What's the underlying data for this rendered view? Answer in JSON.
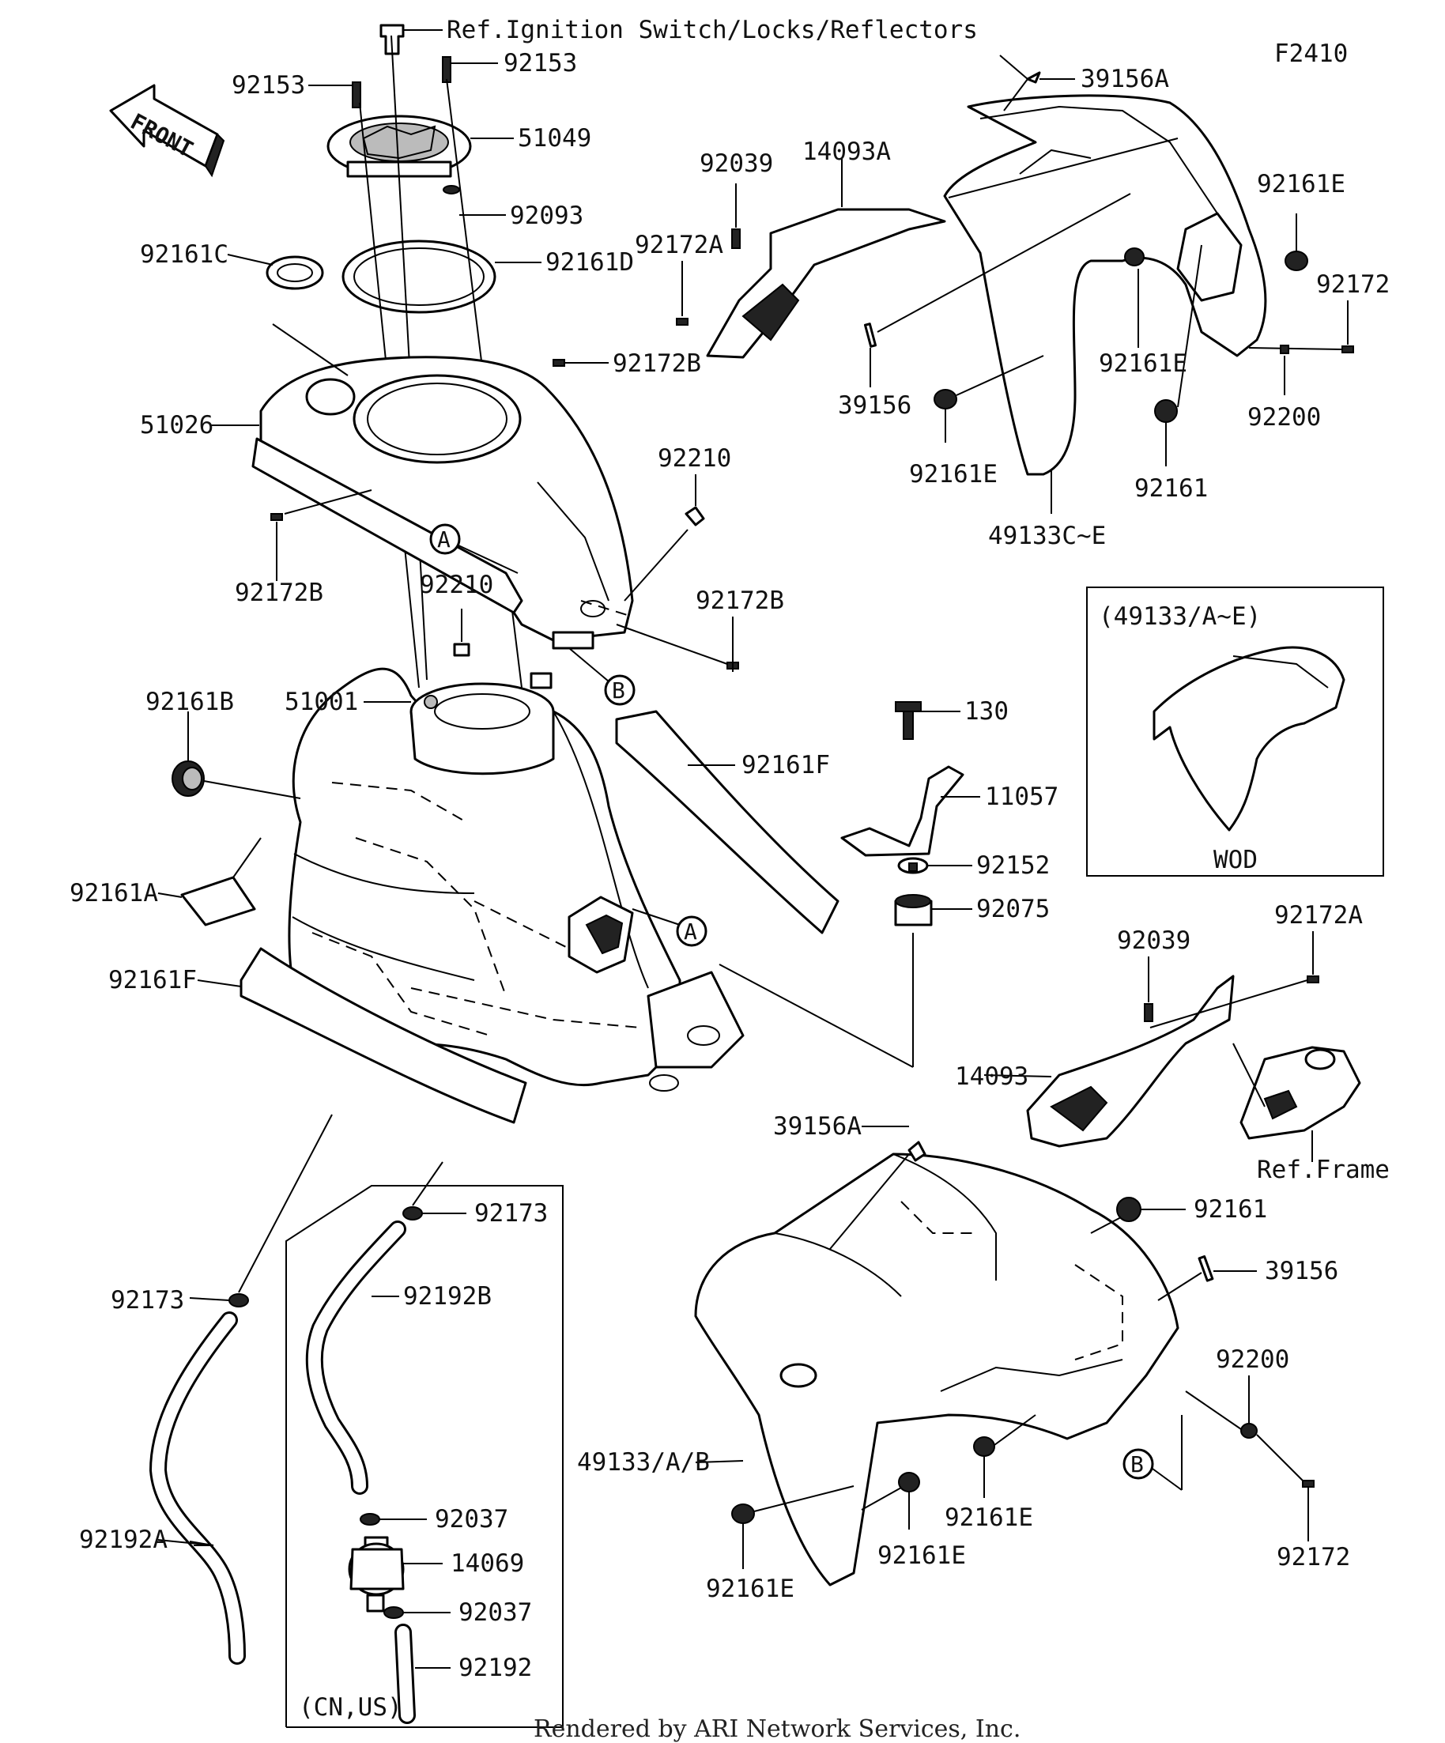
{
  "diagram_code": "F2410",
  "front_arrow_text": "FRONT",
  "footer": "Rendered by ARI Network Services, Inc.",
  "refs": {
    "ignition": "Ref.Ignition Switch/Locks/Reflectors",
    "frame": "Ref.Frame"
  },
  "inset": {
    "title": "(49133/A~E)",
    "caption": "WOD"
  },
  "region_box_label": "(CN,US)",
  "callouts": {
    "a1": "A",
    "a2": "A",
    "b1": "B",
    "b2": "B"
  },
  "parts": [
    {
      "id": "p92153a",
      "number": "92153"
    },
    {
      "id": "p92153b",
      "number": "92153"
    },
    {
      "id": "p51049",
      "number": "51049"
    },
    {
      "id": "p92093",
      "number": "92093"
    },
    {
      "id": "p92161c",
      "number": "92161C"
    },
    {
      "id": "p92161d",
      "number": "92161D"
    },
    {
      "id": "p92172b_1",
      "number": "92172B"
    },
    {
      "id": "p51026",
      "number": "51026"
    },
    {
      "id": "p92210_1",
      "number": "92210"
    },
    {
      "id": "p92172b_2",
      "number": "92172B"
    },
    {
      "id": "p92210_2",
      "number": "92210"
    },
    {
      "id": "p92172b_3",
      "number": "92172B"
    },
    {
      "id": "p92161b",
      "number": "92161B"
    },
    {
      "id": "p51001",
      "number": "51001"
    },
    {
      "id": "p92161f_1",
      "number": "92161F"
    },
    {
      "id": "p92161a",
      "number": "92161A"
    },
    {
      "id": "p92161f_2",
      "number": "92161F"
    },
    {
      "id": "p130",
      "number": "130"
    },
    {
      "id": "p11057",
      "number": "11057"
    },
    {
      "id": "p92152",
      "number": "92152"
    },
    {
      "id": "p92075",
      "number": "92075"
    },
    {
      "id": "p39156a_1",
      "number": "39156A"
    },
    {
      "id": "p92039_1",
      "number": "92039"
    },
    {
      "id": "p14093a",
      "number": "14093A"
    },
    {
      "id": "p92172a_1",
      "number": "92172A"
    },
    {
      "id": "p92161e_1",
      "number": "92161E"
    },
    {
      "id": "p92172_1",
      "number": "92172"
    },
    {
      "id": "p39156_1",
      "number": "39156"
    },
    {
      "id": "p92161e_2",
      "number": "92161E"
    },
    {
      "id": "p92200_1",
      "number": "92200"
    },
    {
      "id": "p92161e_3",
      "number": "92161E"
    },
    {
      "id": "p92161_1",
      "number": "92161"
    },
    {
      "id": "p49133ce",
      "number": "49133C~E"
    },
    {
      "id": "p92039_2",
      "number": "92039"
    },
    {
      "id": "p92172a_2",
      "number": "92172A"
    },
    {
      "id": "p14093",
      "number": "14093"
    },
    {
      "id": "p39156a_2",
      "number": "39156A"
    },
    {
      "id": "p92161_2",
      "number": "92161"
    },
    {
      "id": "p39156_2",
      "number": "39156"
    },
    {
      "id": "p92200_2",
      "number": "92200"
    },
    {
      "id": "p49133ab",
      "number": "49133/A/B"
    },
    {
      "id": "p92161e_4",
      "number": "92161E"
    },
    {
      "id": "p92161e_5",
      "number": "92161E"
    },
    {
      "id": "p92161e_6",
      "number": "92161E"
    },
    {
      "id": "p92172_2",
      "number": "92172"
    },
    {
      "id": "p92173_1",
      "number": "92173"
    },
    {
      "id": "p92192b",
      "number": "92192B"
    },
    {
      "id": "p92173_2",
      "number": "92173"
    },
    {
      "id": "p92192a",
      "number": "92192A"
    },
    {
      "id": "p92037_1",
      "number": "92037"
    },
    {
      "id": "p14069",
      "number": "14069"
    },
    {
      "id": "p92037_2",
      "number": "92037"
    },
    {
      "id": "p92192",
      "number": "92192"
    }
  ]
}
